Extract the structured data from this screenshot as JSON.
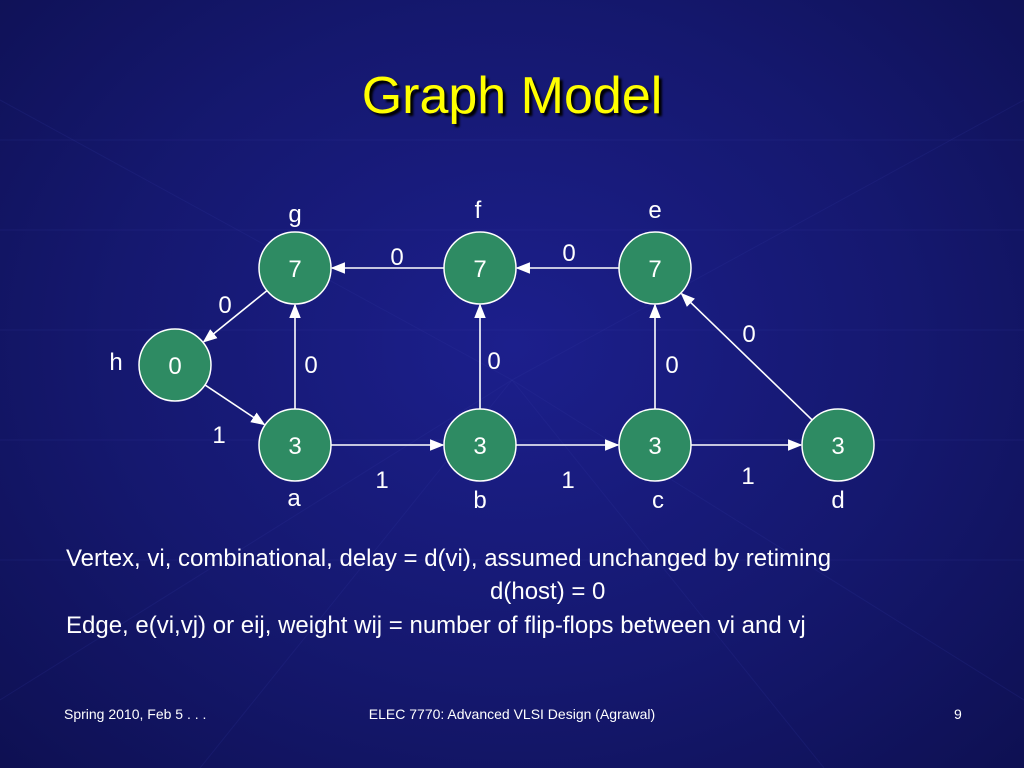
{
  "slide": {
    "title": "Graph Model",
    "lines": [
      "Vertex, vi, combinational, delay = d(vi), assumed unchanged by retiming",
      "d(host) = 0",
      "Edge, e(vi,vj) or eij, weight wij = number of flip-flops between vi and vj"
    ],
    "footer_left": "Spring 2010, Feb 5 . . .",
    "footer_center": "ELEC 7770: Advanced VLSI Design (Agrawal)",
    "footer_right": "9"
  },
  "graph": {
    "nodes": [
      {
        "id": "g",
        "label": "g",
        "delay": "7"
      },
      {
        "id": "f",
        "label": "f",
        "delay": "7"
      },
      {
        "id": "e",
        "label": "e",
        "delay": "7"
      },
      {
        "id": "h",
        "label": "h",
        "delay": "0"
      },
      {
        "id": "a",
        "label": "a",
        "delay": "3"
      },
      {
        "id": "b",
        "label": "b",
        "delay": "3"
      },
      {
        "id": "c",
        "label": "c",
        "delay": "3"
      },
      {
        "id": "d",
        "label": "d",
        "delay": "3"
      }
    ],
    "edges": [
      {
        "from": "f",
        "to": "g",
        "weight": "0"
      },
      {
        "from": "e",
        "to": "f",
        "weight": "0"
      },
      {
        "from": "g",
        "to": "h",
        "weight": "0"
      },
      {
        "from": "h",
        "to": "a",
        "weight": "1"
      },
      {
        "from": "a",
        "to": "g",
        "weight": "0"
      },
      {
        "from": "b",
        "to": "f",
        "weight": "0"
      },
      {
        "from": "c",
        "to": "e",
        "weight": "0"
      },
      {
        "from": "d",
        "to": "e",
        "weight": "0"
      },
      {
        "from": "a",
        "to": "b",
        "weight": "1"
      },
      {
        "from": "b",
        "to": "c",
        "weight": "1"
      },
      {
        "from": "c",
        "to": "d",
        "weight": "1"
      }
    ]
  }
}
